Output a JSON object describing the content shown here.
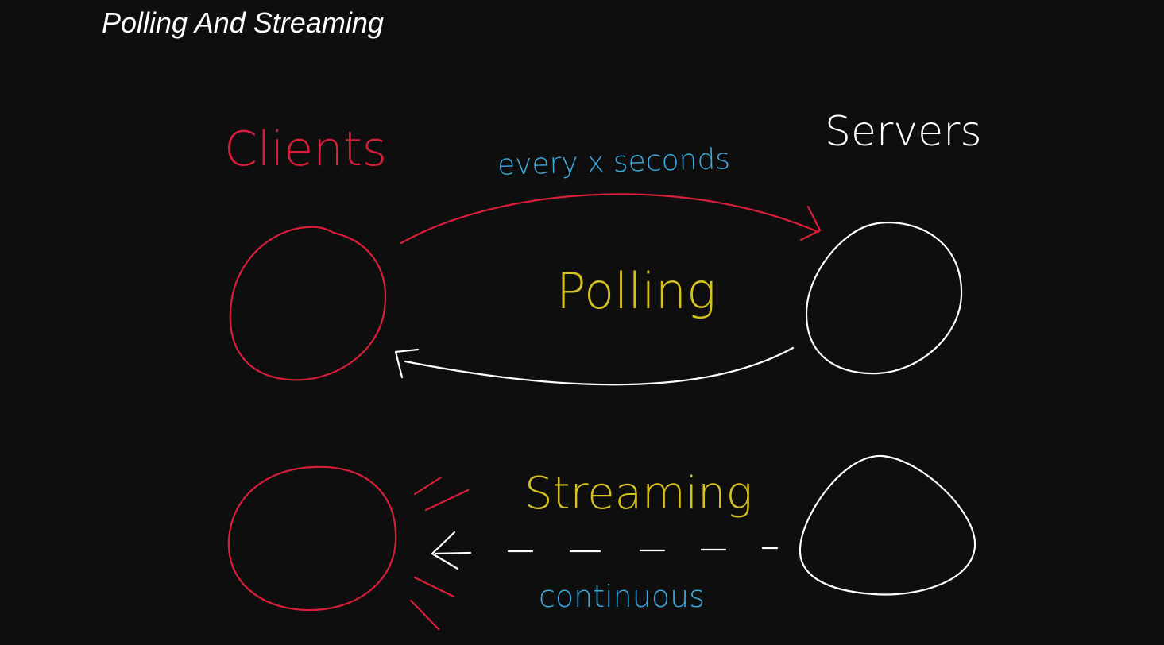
{
  "title": "Polling And Streaming",
  "labels": {
    "clients": "Clients",
    "servers": "Servers",
    "every_x_seconds": "every x seconds",
    "polling": "Polling",
    "streaming": "Streaming",
    "continuous": "continuous"
  },
  "colors": {
    "background": "#0e0e0e",
    "client": "#d81e3a",
    "server": "#ffffff",
    "mode_label": "#d6c21f",
    "annotation": "#3aa9e0",
    "request_arrow": "#d81e3a",
    "response_arrow": "#ffffff"
  }
}
